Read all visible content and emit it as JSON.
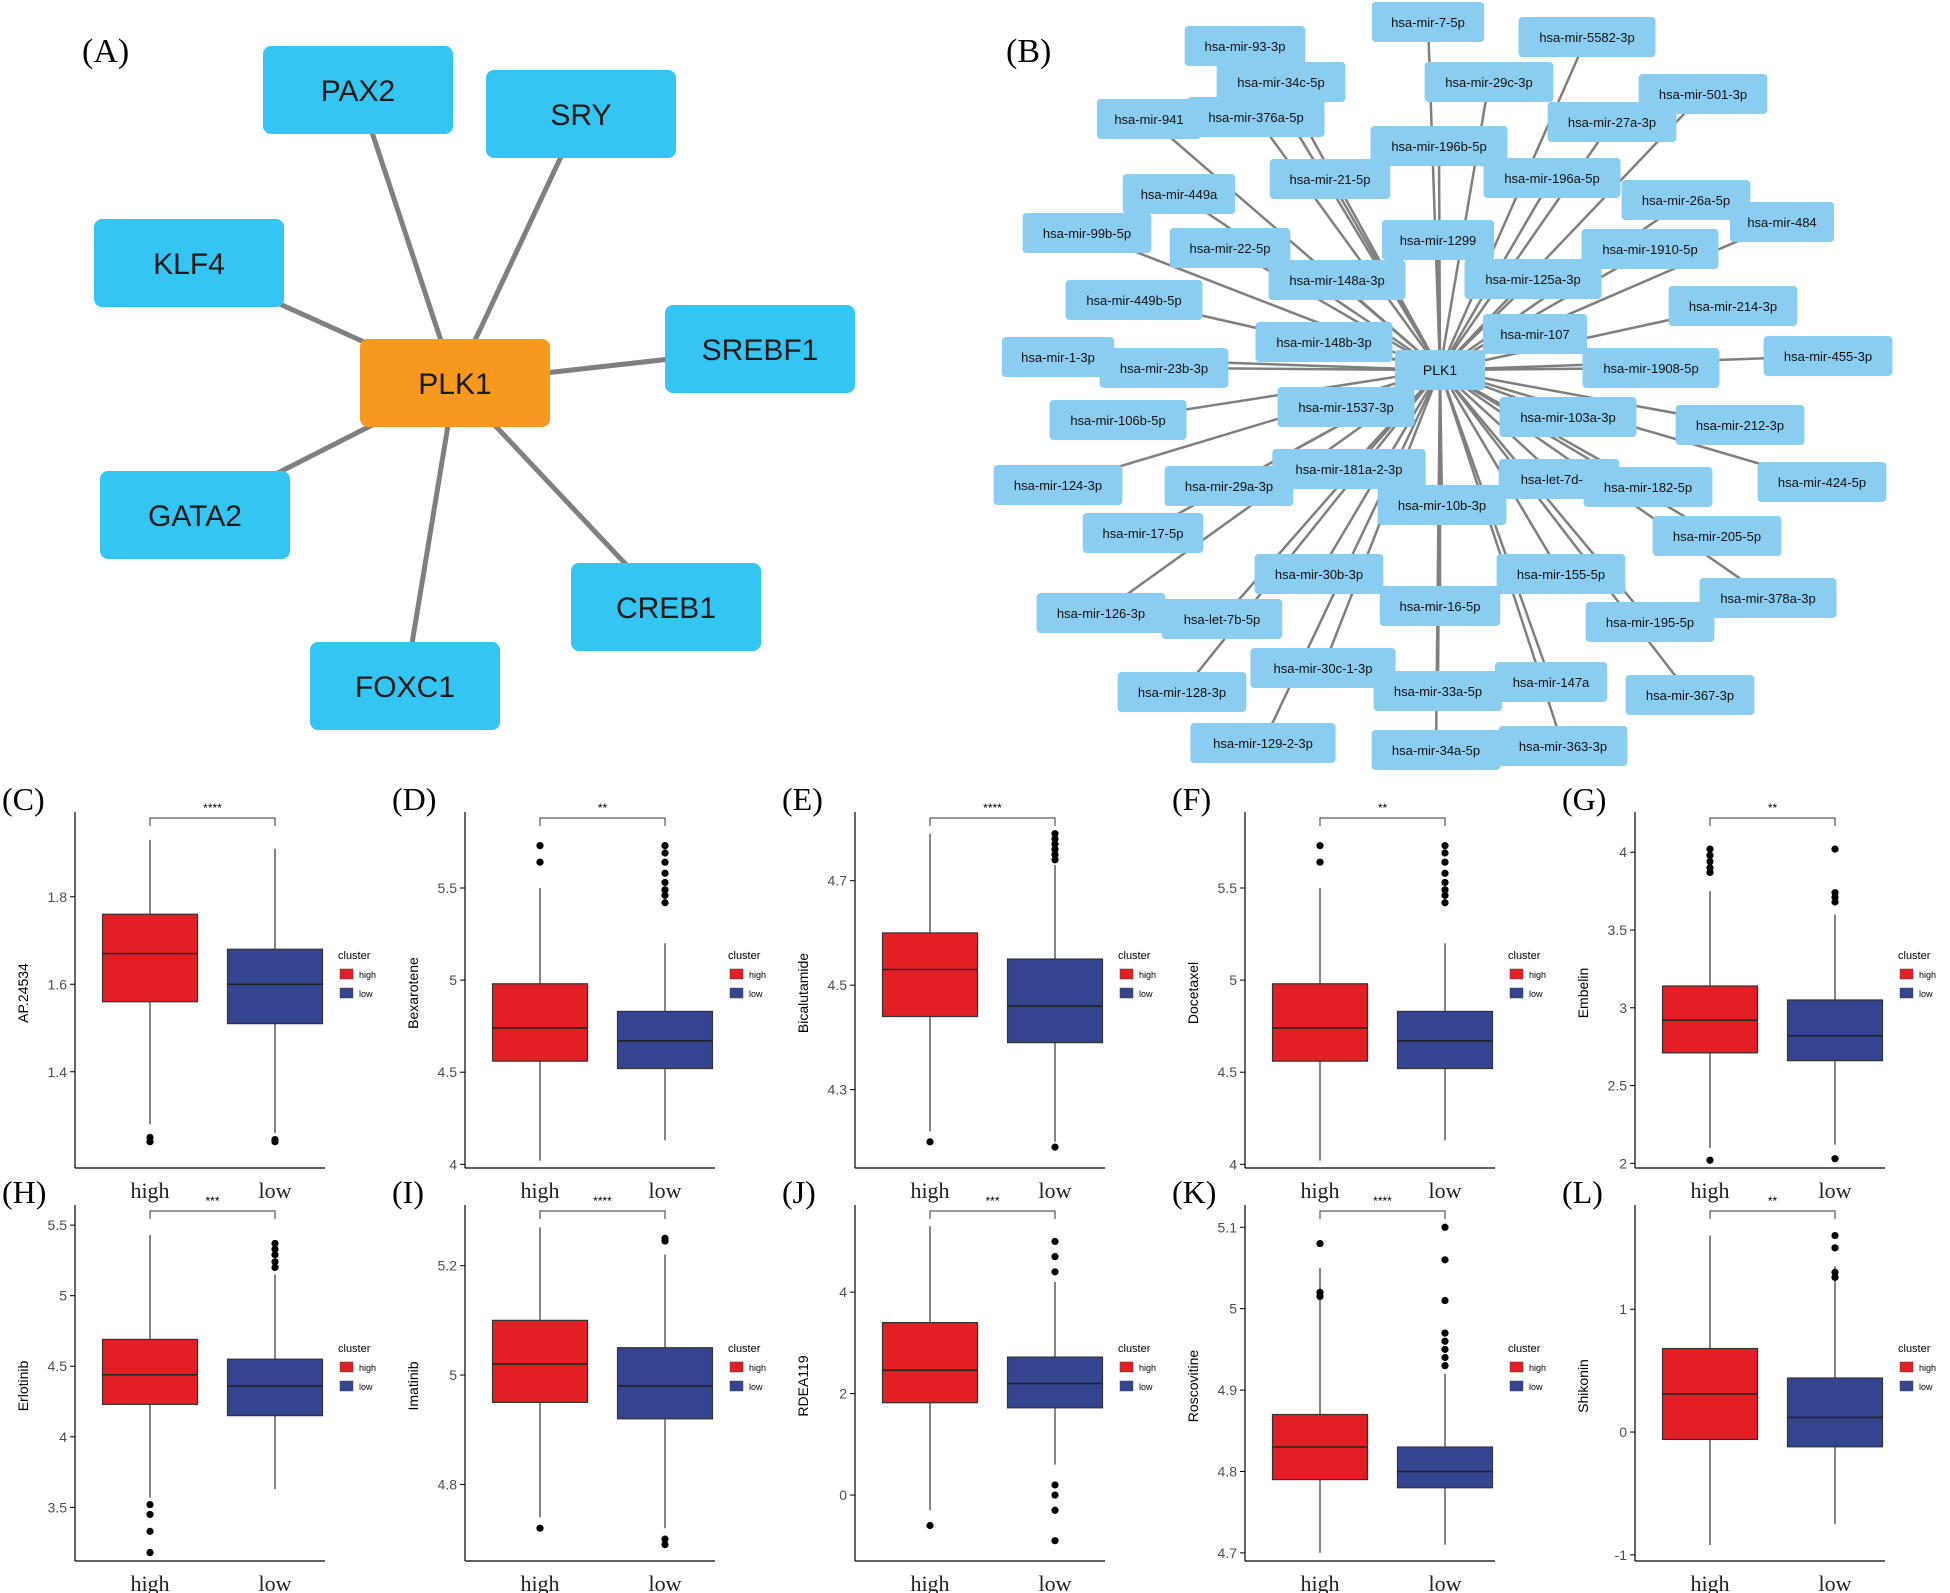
{
  "colors": {
    "tf_node": "#35C5F2",
    "center_node": "#F7991E",
    "mirna_node": "#8BCDF0",
    "edge": "#7F7F7F",
    "high": "#E31E24",
    "low": "#35448F"
  },
  "panelA": {
    "label": "(A)",
    "center": "PLK1",
    "nodes": [
      "PAX2",
      "SRY",
      "KLF4",
      "SREBF1",
      "GATA2",
      "CREB1",
      "FOXC1"
    ]
  },
  "panelB": {
    "label": "(B)",
    "center": "PLK1",
    "nodes": [
      "hsa-mir-7-5p",
      "hsa-mir-93-3p",
      "hsa-mir-5582-3p",
      "hsa-mir-34c-5p",
      "hsa-mir-29c-3p",
      "hsa-mir-501-3p",
      "hsa-mir-941",
      "hsa-mir-376a-5p",
      "hsa-mir-27a-3p",
      "hsa-mir-196b-5p",
      "hsa-mir-21-5p",
      "hsa-mir-196a-5p",
      "hsa-mir-449a",
      "hsa-mir-26a-5p",
      "hsa-mir-484",
      "hsa-mir-99b-5p",
      "hsa-mir-1299",
      "hsa-mir-22-5p",
      "hsa-mir-1910-5p",
      "hsa-mir-148a-3p",
      "hsa-mir-125a-3p",
      "hsa-mir-449b-5p",
      "hsa-mir-214-3p",
      "hsa-mir-107",
      "hsa-mir-148b-3p",
      "hsa-mir-455-3p",
      "hsa-mir-1-3p",
      "hsa-mir-23b-3p",
      "hsa-mir-1908-5p",
      "hsa-mir-1537-3p",
      "hsa-mir-106b-5p",
      "hsa-mir-103a-3p",
      "hsa-mir-212-3p",
      "hsa-mir-181a-2-3p",
      "hsa-mir-124-3p",
      "hsa-mir-29a-3p",
      "hsa-let-7d-5p",
      "hsa-mir-182-5p",
      "hsa-mir-424-5p",
      "hsa-mir-10b-3p",
      "hsa-mir-17-5p",
      "hsa-mir-205-5p",
      "hsa-mir-30b-3p",
      "hsa-mir-155-5p",
      "hsa-mir-378a-3p",
      "hsa-mir-126-3p",
      "hsa-mir-16-5p",
      "hsa-let-7b-5p",
      "hsa-mir-195-5p",
      "hsa-mir-30c-1-3p",
      "hsa-mir-147a",
      "hsa-mir-33a-5p",
      "hsa-mir-128-3p",
      "hsa-mir-367-3p",
      "hsa-mir-129-2-3p",
      "hsa-mir-363-3p",
      "hsa-mir-34a-5p"
    ]
  },
  "chart_data": [
    {
      "panel": "(C)",
      "type": "box",
      "ylabel": "AP.24534",
      "ylim": [
        1.18,
        1.98
      ],
      "yticks": [
        1.4,
        1.6,
        1.8
      ],
      "categories": [
        "high",
        "low"
      ],
      "significance": "****",
      "legend": {
        "title": "cluster",
        "entries": [
          "high",
          "low"
        ]
      },
      "boxes": [
        {
          "q1": 1.56,
          "median": 1.67,
          "q3": 1.76,
          "lo": 1.28,
          "hi": 1.93,
          "outliers": [
            1.25,
            1.24
          ]
        },
        {
          "q1": 1.51,
          "median": 1.6,
          "q3": 1.68,
          "lo": 1.26,
          "hi": 1.91,
          "outliers": [
            1.24,
            1.245
          ]
        }
      ]
    },
    {
      "panel": "(D)",
      "type": "box",
      "ylabel": "Bexarotene",
      "ylim": [
        3.98,
        5.88
      ],
      "yticks": [
        4.0,
        4.5,
        5.0,
        5.5
      ],
      "categories": [
        "high",
        "low"
      ],
      "significance": "**",
      "legend": {
        "title": "cluster",
        "entries": [
          "high",
          "low"
        ]
      },
      "boxes": [
        {
          "q1": 4.56,
          "median": 4.74,
          "q3": 4.98,
          "lo": 4.02,
          "hi": 5.5,
          "outliers": [
            5.73,
            5.64
          ]
        },
        {
          "q1": 4.52,
          "median": 4.67,
          "q3": 4.83,
          "lo": 4.13,
          "hi": 5.2,
          "outliers": [
            5.73,
            5.69,
            5.64,
            5.58,
            5.53,
            5.49,
            5.46,
            5.42
          ]
        }
      ]
    },
    {
      "panel": "(E)",
      "type": "box",
      "ylabel": "Bicalutamide",
      "ylim": [
        4.15,
        4.82
      ],
      "yticks": [
        4.3,
        4.5,
        4.7
      ],
      "categories": [
        "high",
        "low"
      ],
      "significance": "****",
      "legend": {
        "title": "cluster",
        "entries": [
          "high",
          "low"
        ]
      },
      "boxes": [
        {
          "q1": 4.44,
          "median": 4.53,
          "q3": 4.6,
          "lo": 4.22,
          "hi": 4.79,
          "outliers": [
            4.2
          ]
        },
        {
          "q1": 4.39,
          "median": 4.46,
          "q3": 4.55,
          "lo": 4.2,
          "hi": 4.73,
          "outliers": [
            4.79,
            4.78,
            4.77,
            4.76,
            4.75,
            4.74,
            4.19
          ]
        }
      ]
    },
    {
      "panel": "(F)",
      "type": "box",
      "ylabel": "Docetaxel",
      "ylim": [
        3.98,
        5.88
      ],
      "yticks": [
        4.0,
        4.5,
        5.0,
        5.5
      ],
      "categories": [
        "high",
        "low"
      ],
      "significance": "**",
      "legend": {
        "title": "cluster",
        "entries": [
          "high",
          "low"
        ]
      },
      "boxes": [
        {
          "q1": 4.56,
          "median": 4.74,
          "q3": 4.98,
          "lo": 4.02,
          "hi": 5.5,
          "outliers": [
            5.73,
            5.64
          ]
        },
        {
          "q1": 4.52,
          "median": 4.67,
          "q3": 4.83,
          "lo": 4.13,
          "hi": 5.2,
          "outliers": [
            5.73,
            5.69,
            5.64,
            5.58,
            5.53,
            5.49,
            5.46,
            5.42
          ]
        }
      ]
    },
    {
      "panel": "(G)",
      "type": "box",
      "ylabel": "Embelin",
      "ylim": [
        1.97,
        4.22
      ],
      "yticks": [
        2.0,
        2.5,
        3.0,
        3.5,
        4.0
      ],
      "categories": [
        "high",
        "low"
      ],
      "significance": "**",
      "legend": {
        "title": "cluster",
        "entries": [
          "high",
          "low"
        ]
      },
      "boxes": [
        {
          "q1": 2.71,
          "median": 2.92,
          "q3": 3.14,
          "lo": 2.1,
          "hi": 3.75,
          "outliers": [
            4.02,
            3.98,
            3.94,
            3.9,
            3.87,
            2.02
          ]
        },
        {
          "q1": 2.66,
          "median": 2.82,
          "q3": 3.05,
          "lo": 2.12,
          "hi": 3.6,
          "outliers": [
            4.02,
            3.74,
            3.71,
            3.68,
            2.03
          ]
        }
      ]
    },
    {
      "panel": "(H)",
      "type": "box",
      "ylabel": "Erlotinib",
      "ylim": [
        3.12,
        5.6
      ],
      "yticks": [
        3.5,
        4.0,
        4.5,
        5.0,
        5.5
      ],
      "categories": [
        "high",
        "low"
      ],
      "significance": "***",
      "legend": {
        "title": "cluster",
        "entries": [
          "high",
          "low"
        ]
      },
      "boxes": [
        {
          "q1": 4.23,
          "median": 4.44,
          "q3": 4.69,
          "lo": 3.57,
          "hi": 5.43,
          "outliers": [
            3.52,
            3.45,
            3.33,
            3.18
          ]
        },
        {
          "q1": 4.15,
          "median": 4.36,
          "q3": 4.55,
          "lo": 3.63,
          "hi": 5.15,
          "outliers": [
            5.37,
            5.33,
            5.29,
            5.24,
            5.2
          ]
        }
      ]
    },
    {
      "panel": "(I)",
      "type": "box",
      "ylabel": "Imatinib",
      "ylim": [
        4.66,
        5.3
      ],
      "yticks": [
        4.8,
        5.0,
        5.2
      ],
      "categories": [
        "high",
        "low"
      ],
      "significance": "****",
      "legend": {
        "title": "cluster",
        "entries": [
          "high",
          "low"
        ]
      },
      "boxes": [
        {
          "q1": 4.95,
          "median": 5.02,
          "q3": 5.1,
          "lo": 4.74,
          "hi": 5.27,
          "outliers": [
            4.72
          ]
        },
        {
          "q1": 4.92,
          "median": 4.98,
          "q3": 5.05,
          "lo": 4.72,
          "hi": 5.22,
          "outliers": [
            5.25,
            5.245,
            4.7,
            4.69
          ]
        }
      ]
    },
    {
      "panel": "(J)",
      "type": "box",
      "ylabel": "RDEA119",
      "ylim": [
        -1.3,
        5.6
      ],
      "yticks": [
        0,
        2,
        4
      ],
      "categories": [
        "high",
        "low"
      ],
      "significance": "***",
      "legend": {
        "title": "cluster",
        "entries": [
          "high",
          "low"
        ]
      },
      "boxes": [
        {
          "q1": 1.82,
          "median": 2.46,
          "q3": 3.4,
          "lo": -0.3,
          "hi": 5.3,
          "outliers": [
            -0.6
          ]
        },
        {
          "q1": 1.72,
          "median": 2.2,
          "q3": 2.72,
          "lo": 0.6,
          "hi": 4.2,
          "outliers": [
            5.0,
            4.7,
            4.4,
            0.2,
            0.0,
            -0.3,
            -0.9
          ]
        }
      ]
    },
    {
      "panel": "(K)",
      "type": "box",
      "ylabel": "Roscovitine",
      "ylim": [
        4.69,
        5.12
      ],
      "yticks": [
        4.7,
        4.8,
        4.9,
        5.0,
        5.1
      ],
      "categories": [
        "high",
        "low"
      ],
      "significance": "****",
      "legend": {
        "title": "cluster",
        "entries": [
          "high",
          "low"
        ]
      },
      "boxes": [
        {
          "q1": 4.79,
          "median": 4.83,
          "q3": 4.87,
          "lo": 4.7,
          "hi": 5.05,
          "outliers": [
            5.08,
            5.02,
            5.015
          ]
        },
        {
          "q1": 4.78,
          "median": 4.8,
          "q3": 4.83,
          "lo": 4.71,
          "hi": 4.92,
          "outliers": [
            5.1,
            5.06,
            5.01,
            4.97,
            4.96,
            4.95,
            4.94,
            4.93
          ]
        }
      ]
    },
    {
      "panel": "(L)",
      "type": "box",
      "ylabel": "Shikonin",
      "ylim": [
        -1.05,
        1.8
      ],
      "yticks": [
        -1,
        0,
        1
      ],
      "categories": [
        "high",
        "low"
      ],
      "significance": "**",
      "legend": {
        "title": "cluster",
        "entries": [
          "high",
          "low"
        ]
      },
      "boxes": [
        {
          "q1": -0.06,
          "median": 0.31,
          "q3": 0.68,
          "lo": -0.92,
          "hi": 1.6,
          "outliers": []
        },
        {
          "q1": -0.12,
          "median": 0.12,
          "q3": 0.44,
          "lo": -0.75,
          "hi": 1.35,
          "outliers": [
            1.6,
            1.5,
            1.3,
            1.26
          ]
        }
      ]
    }
  ]
}
